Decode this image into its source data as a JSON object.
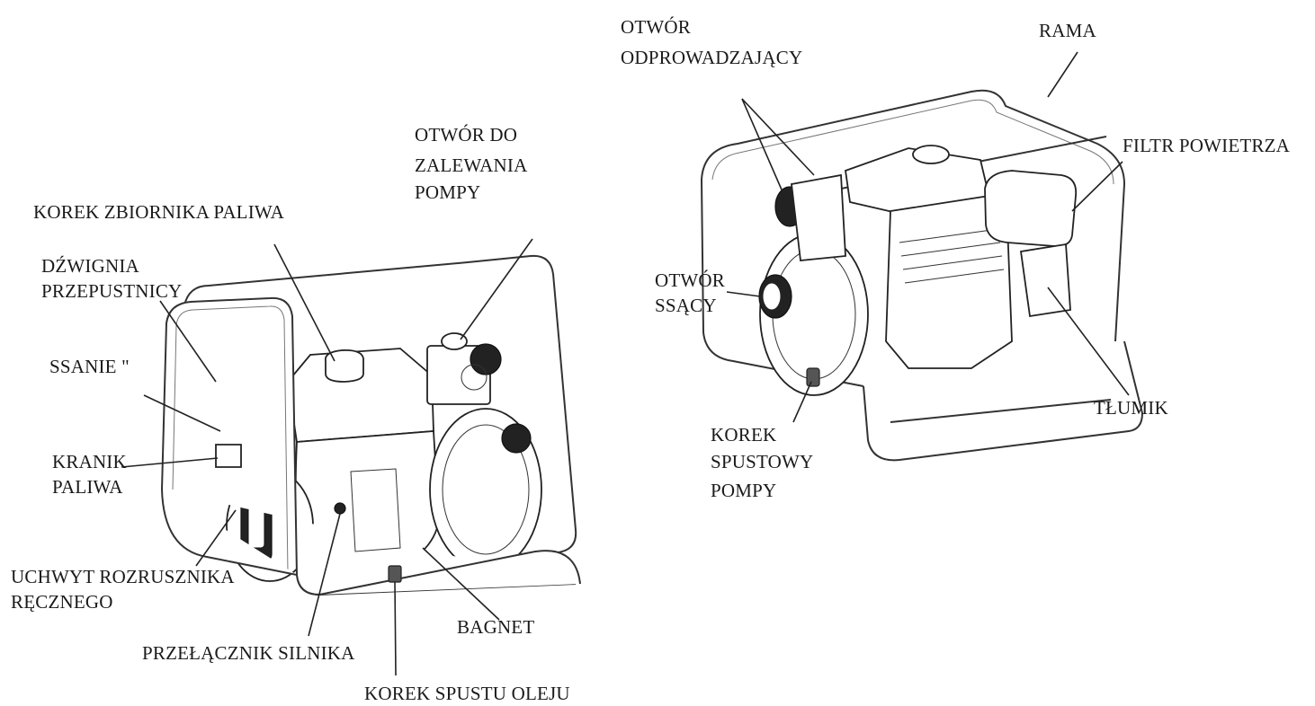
{
  "left_view": {
    "labels": {
      "fuel_cap": "KOREK ZBIORNIKA PALIWA",
      "throttle_1": "DŹWIGNIA",
      "throttle_2": "PRZEPUSTNICY",
      "choke": "SSANIE \"",
      "fuel_valve_1": "KRANIK",
      "fuel_valve_2": "PALIWA",
      "recoil_1": "UCHWYT ROZRUSZNIKA",
      "recoil_2": "RĘCZNEGO",
      "engine_switch": "PRZEŁĄCZNIK SILNIKA",
      "oil_drain": "KOREK SPUSTU OLEJU",
      "dipstick": "BAGNET",
      "priming_1": "OTWÓR DO",
      "priming_2": "ZALEWANIA",
      "priming_3": "POMPY"
    }
  },
  "right_view": {
    "labels": {
      "outlet_1": "OTWÓR",
      "outlet_2": "ODPROWADZAJĄCY",
      "frame": "RAMA",
      "air_filter": "FILTR POWIETRZA",
      "inlet_1": "OTWÓR",
      "inlet_2": "SSĄCY",
      "muffler": "TŁUMIK",
      "pump_drain_1": "KOREK",
      "pump_drain_2": "SPUSTOWY",
      "pump_drain_3": "POMPY"
    }
  }
}
